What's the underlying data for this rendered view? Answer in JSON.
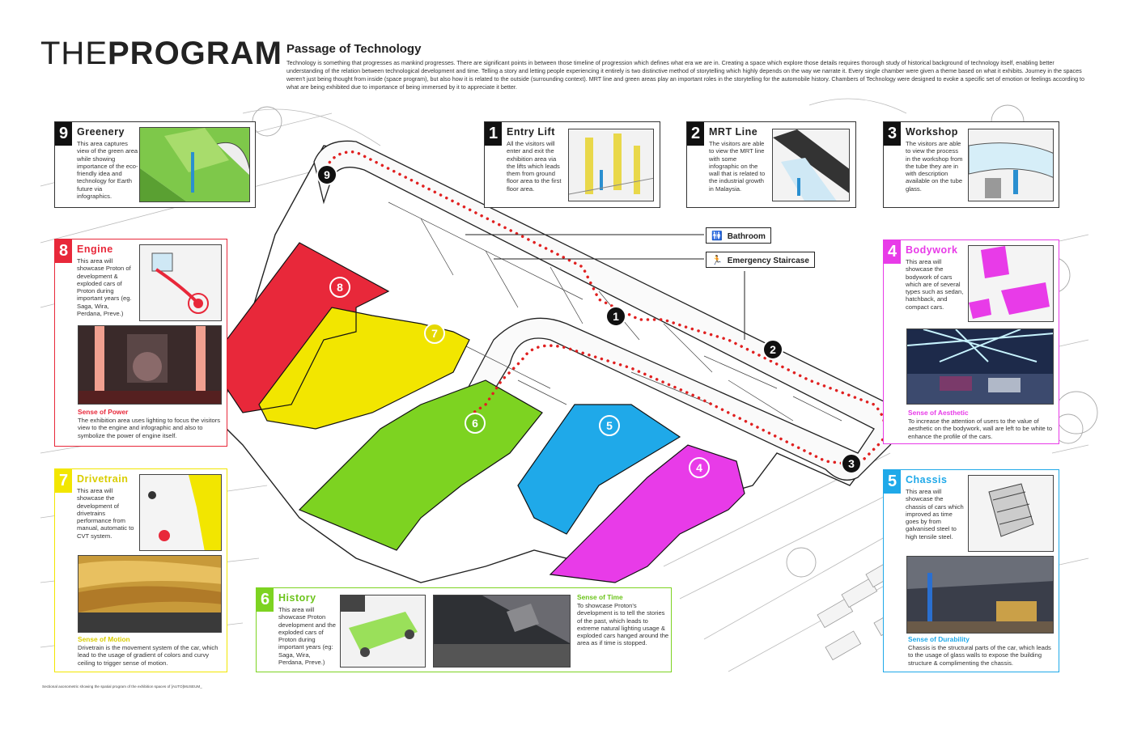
{
  "title": {
    "thin": "THE",
    "bold": "PROGRAM"
  },
  "intro": {
    "heading": "Passage of Technology",
    "body": "Technology is something that progresses as mankind progresses. There are significant points in between those timeline of progression which defines what era we are in. Creating a space which explore those details requires thorough study of historical background of technology itself, enabling better understanding of the relation between technological development and time. Telling a story and letting people experiencing it entirely is two distinctive method of storytelling which highly depends on the way we narrate it. Every single chamber were given a theme based on what it exhibits. Journey in the spaces weren't just being thought from inside (space program), but also how it is related to the outside (surrounding context). MRT line and green areas play an important roles in the storytelling for the automobile history. Chambers of Technology were designed to evoke a specific set of emotion or feelings according to what are being exhibited due to importance of being immersed by it to appreciate it better."
  },
  "colors": {
    "engine": "#e8283a",
    "drivetrain": "#f2e600",
    "history": "#7dd321",
    "chassis": "#1fa9e9",
    "bodywork": "#e83be8",
    "route": "#e02020",
    "dark": "#111111"
  },
  "panels": {
    "greenery": {
      "num": "9",
      "title": "Greenery",
      "desc": "This area captures view of the green area while showing importance of the eco-friendly idea and technology for Earth future via infographics."
    },
    "entry_lift": {
      "num": "1",
      "title": "Entry Lift",
      "desc": "All the visitors will enter and exit the exhibition area via the lifts which leads them from ground floor area to the first floor area."
    },
    "mrt_line": {
      "num": "2",
      "title": "MRT Line",
      "desc": "The visitors are able to view the MRT line with some infographic on the wall that is related to the industrial growth in Malaysia."
    },
    "workshop": {
      "num": "3",
      "title": "Workshop",
      "desc": "The visitors are able to view the process in the workshop from the tube they are in with description available on the tube glass."
    },
    "engine": {
      "num": "8",
      "title": "Engine",
      "desc": "This area will showcase Proton of development & exploded cars of Proton during important years (eg. Saga, Wira, Perdana, Preve.)",
      "sense_title": "Sense of Power",
      "sense_text": "The exhibition area uses lighting to focus the visitors view to the engine and infographic and also to symbolize the power of engine itself."
    },
    "bodywork": {
      "num": "4",
      "title": "Bodywork",
      "desc": "This area will showcase the bodywork of cars which are of several types such as sedan, hatchback, and compact cars.",
      "sense_title": "Sense of Aesthetic",
      "sense_text": "To increase the attention of users to the value of aesthetic on the bodywork, wall are left to be white to enhance the profile of the cars."
    },
    "drivetrain": {
      "num": "7",
      "title": "Drivetrain",
      "desc": "This area will showcase the development of drivetrains performance from manual, automatic to CVT system.",
      "sense_title": "Sense of Motion",
      "sense_text": "Drivetrain is the movement system of the car, which lead to the usage of gradient of colors and curvy ceiling to trigger sense of motion."
    },
    "history": {
      "num": "6",
      "title": "History",
      "desc": "This area will showcase Proton development and the exploded cars of Proton during important years (eg: Saga, Wira, Perdana, Preve.)",
      "sense_title": "Sense of Time",
      "sense_text": "To showcase Proton's development is to tell the stories of the past, which leads to extreme natural lighting usage & exploded cars hanged around the area as if time is stopped."
    },
    "chassis": {
      "num": "5",
      "title": "Chassis",
      "desc": "This area will showcase the chassis of cars which improved as time goes by from galvanised steel to high tensile steel.",
      "sense_title": "Sense of Durability",
      "sense_text": "Chassis is the structural parts of the car, which leads to the usage of glass walls to expose the building structure & complimenting the chassis."
    }
  },
  "labels": {
    "bathroom": "Bathroom",
    "staircase": "Emergency Staircase"
  },
  "markers": {
    "m1": "1",
    "m2": "2",
    "m3": "3",
    "m4": "4",
    "m5": "5",
    "m6": "6",
    "m7": "7",
    "m8": "8",
    "m9": "9"
  },
  "caption": "Sectional axonometric showing the spatial program of the exhibition spaces of [AUTO]MUSEUM_"
}
